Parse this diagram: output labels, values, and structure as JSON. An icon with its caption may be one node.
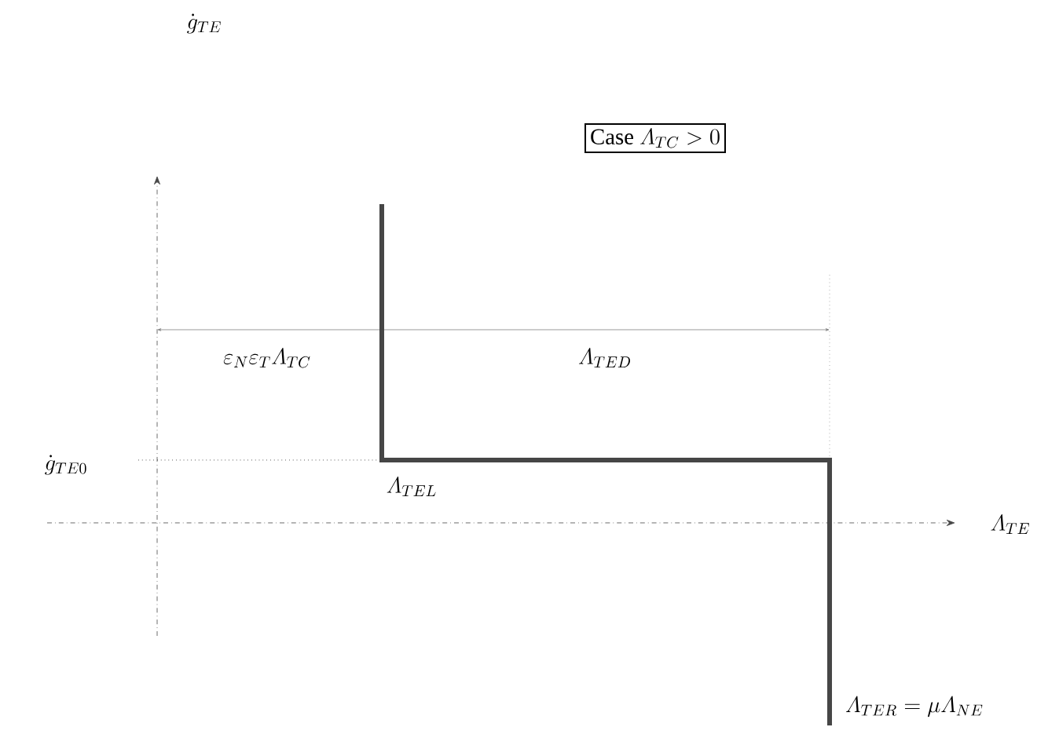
{
  "diagram": {
    "nodes": [
      {
        "text": [
          "\\mbox{Case } \\varLambda_{TC} > 0"
        ]
      }
    ],
    "labels": [
      "\\dot{g}_{TE}",
      "\\varepsilon_N \\varepsilon_T \\varLambda_{TC}",
      "\\varLambda_{TED}",
      "\\dot{g}_{TE0}",
      "\\varLambda_{TEL}",
      "\\varLambda_{TE}",
      "\\varLambda_{TER} = \\mu \\varLambda_{NE}"
    ]
  }
}
